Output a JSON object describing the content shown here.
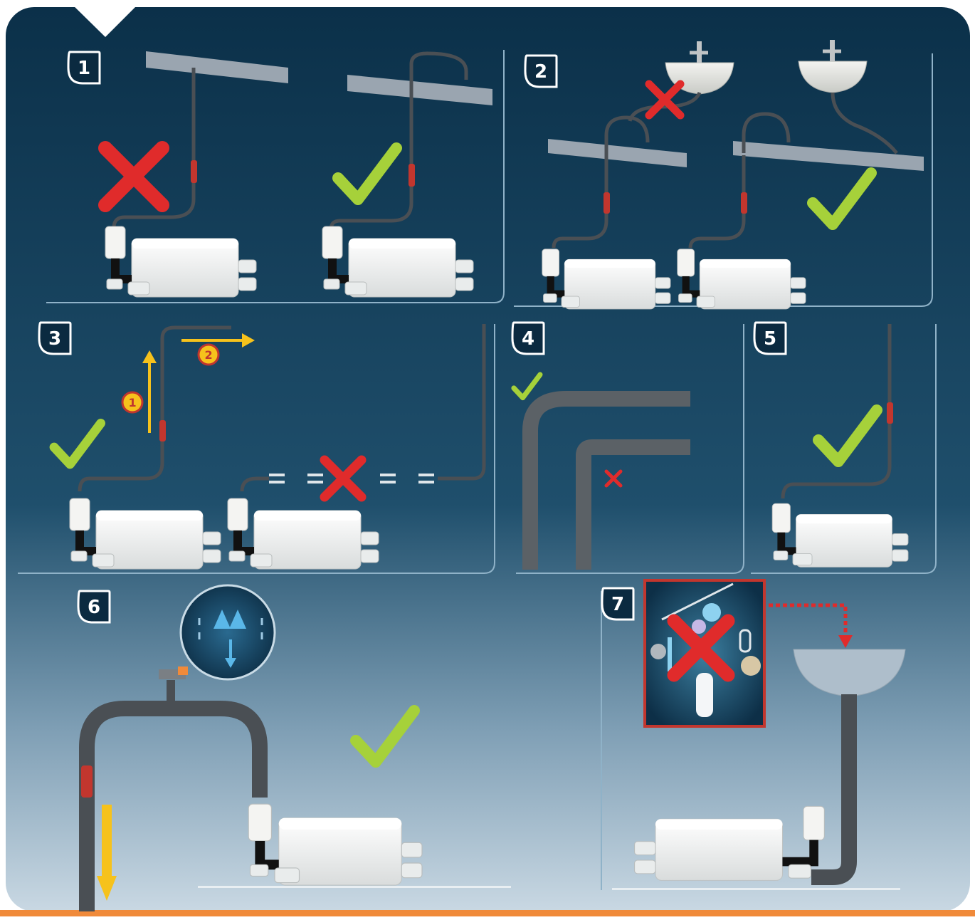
{
  "panels": [
    {
      "id": "panel-1",
      "number": "1"
    },
    {
      "id": "panel-2",
      "number": "2"
    },
    {
      "id": "panel-3",
      "number": "3"
    },
    {
      "id": "panel-4",
      "number": "4"
    },
    {
      "id": "panel-5",
      "number": "5"
    },
    {
      "id": "panel-6",
      "number": "6"
    },
    {
      "id": "panel-7",
      "number": "7"
    }
  ],
  "panel3_steps": [
    "1",
    "2"
  ],
  "colors": {
    "background_top": "#0e3550",
    "background_bottom": "#c2d4e0",
    "wrong_mark": "#e02b2b",
    "correct_mark": "#a6d13a",
    "pipe": "#4a4f54",
    "beam": "#9aa5b0",
    "unit_body": "#f2f2f0",
    "arrow": "#f6c21c",
    "bottom_strip": "#f08a3a"
  },
  "icons": [
    "cross-icon",
    "check-icon",
    "pump-unit-icon",
    "sink-icon",
    "arrow-icon",
    "vent-valve-icon",
    "debris-icon"
  ]
}
